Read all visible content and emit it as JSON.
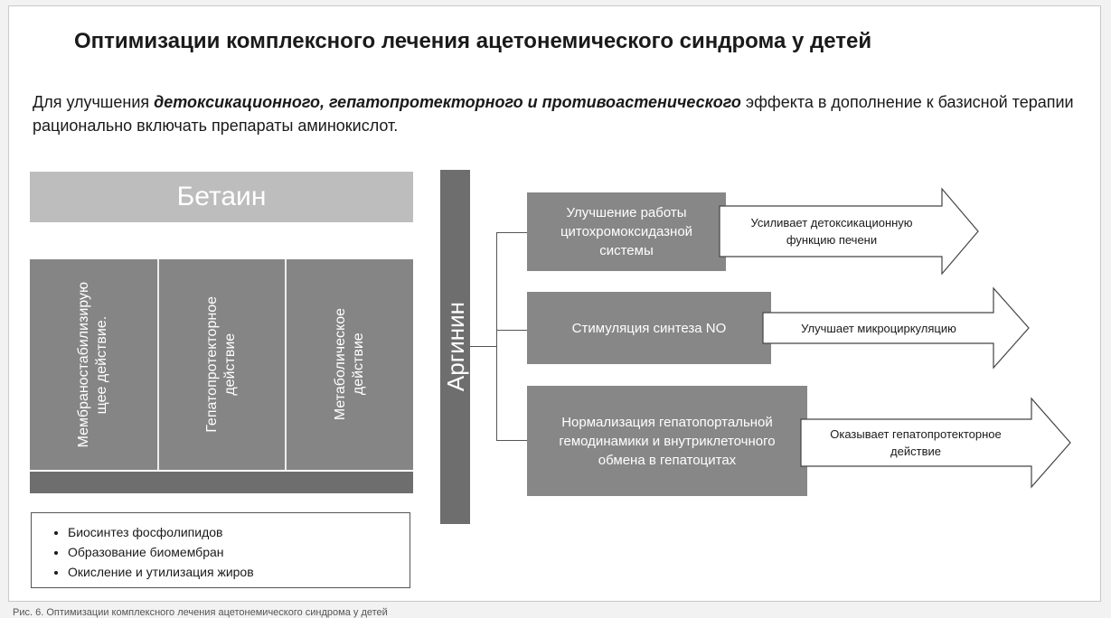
{
  "title": "Оптимизации комплексного лечения ацетонемического синдрома у детей",
  "intro": {
    "prefix": "Для улучшения ",
    "emphasis": "детоксикационного, гепатопротекторного и противоастенического",
    "suffix": "  эффекта в дополнение к базисной терапии рационально включать препараты аминокислот."
  },
  "betaine": {
    "header": "Бетаин",
    "columns": [
      "Мембраностабилизирую\nщее действие.",
      "Гепатопротекторное\nдействие",
      "Метаболическое\nдействие"
    ],
    "bullets": [
      "Биосинтез фосфолипидов",
      "Образование биомембран",
      "Окисление и утилизация жиров"
    ]
  },
  "arginine": {
    "label": "Аргинин",
    "items": [
      {
        "box": "Улучшение работы\nцитохромоксидазной\nсистемы",
        "arrow": "Усиливает детоксикационную\nфункцию печени"
      },
      {
        "box": "Стимуляция  синтеза NO",
        "arrow": "Улучшает микроциркуляцию"
      },
      {
        "box": "Нормализация гепатопортальной\nгемодинамики и внутриклеточного\nобмена в гепатоцитах",
        "arrow": "Оказывает гепатопротекторное\nдействие"
      }
    ]
  },
  "caption": "Рис. 6. Оптимизации комплексного лечения ацетонемического синдрома у детей",
  "colors": {
    "dark_grey": "#6e6e6e",
    "mid_grey": "#858585",
    "light_grey": "#bdbdbd"
  }
}
